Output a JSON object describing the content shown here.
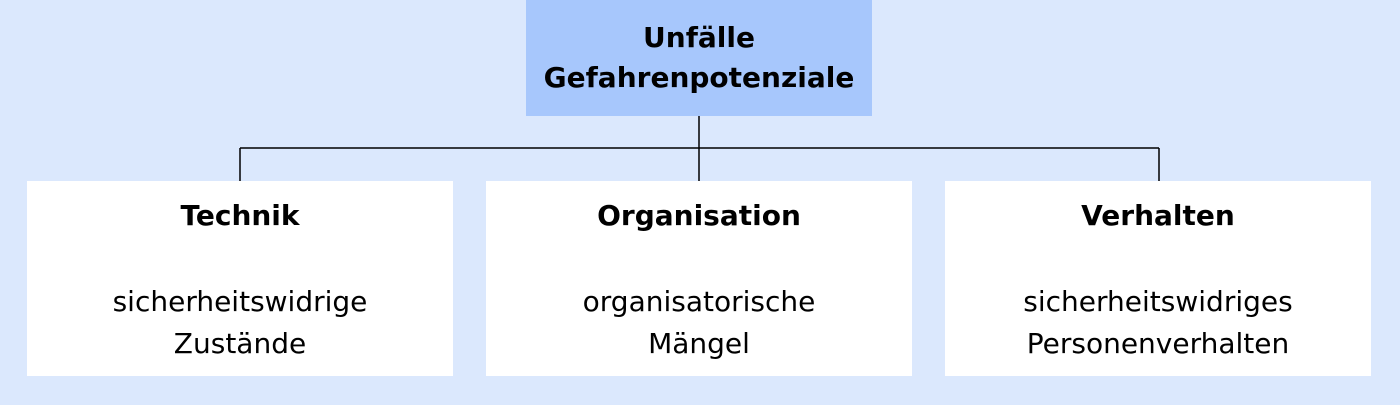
{
  "root": {
    "line1": "Unfälle",
    "line2": "Gefahrenpotenziale"
  },
  "children": [
    {
      "title": "Technik",
      "desc_line1": "sicherheitswidrige",
      "desc_line2": "Zustände"
    },
    {
      "title": "Organisation",
      "desc_line1": "organisatorische",
      "desc_line2": "Mängel"
    },
    {
      "title": "Verhalten",
      "desc_line1": "sicherheitswidriges",
      "desc_line2": "Personenverhalten"
    }
  ],
  "colors": {
    "background": "#dbe8fd",
    "root_fill": "#a7c7fc",
    "child_fill": "#ffffff",
    "connector": "#000000"
  }
}
